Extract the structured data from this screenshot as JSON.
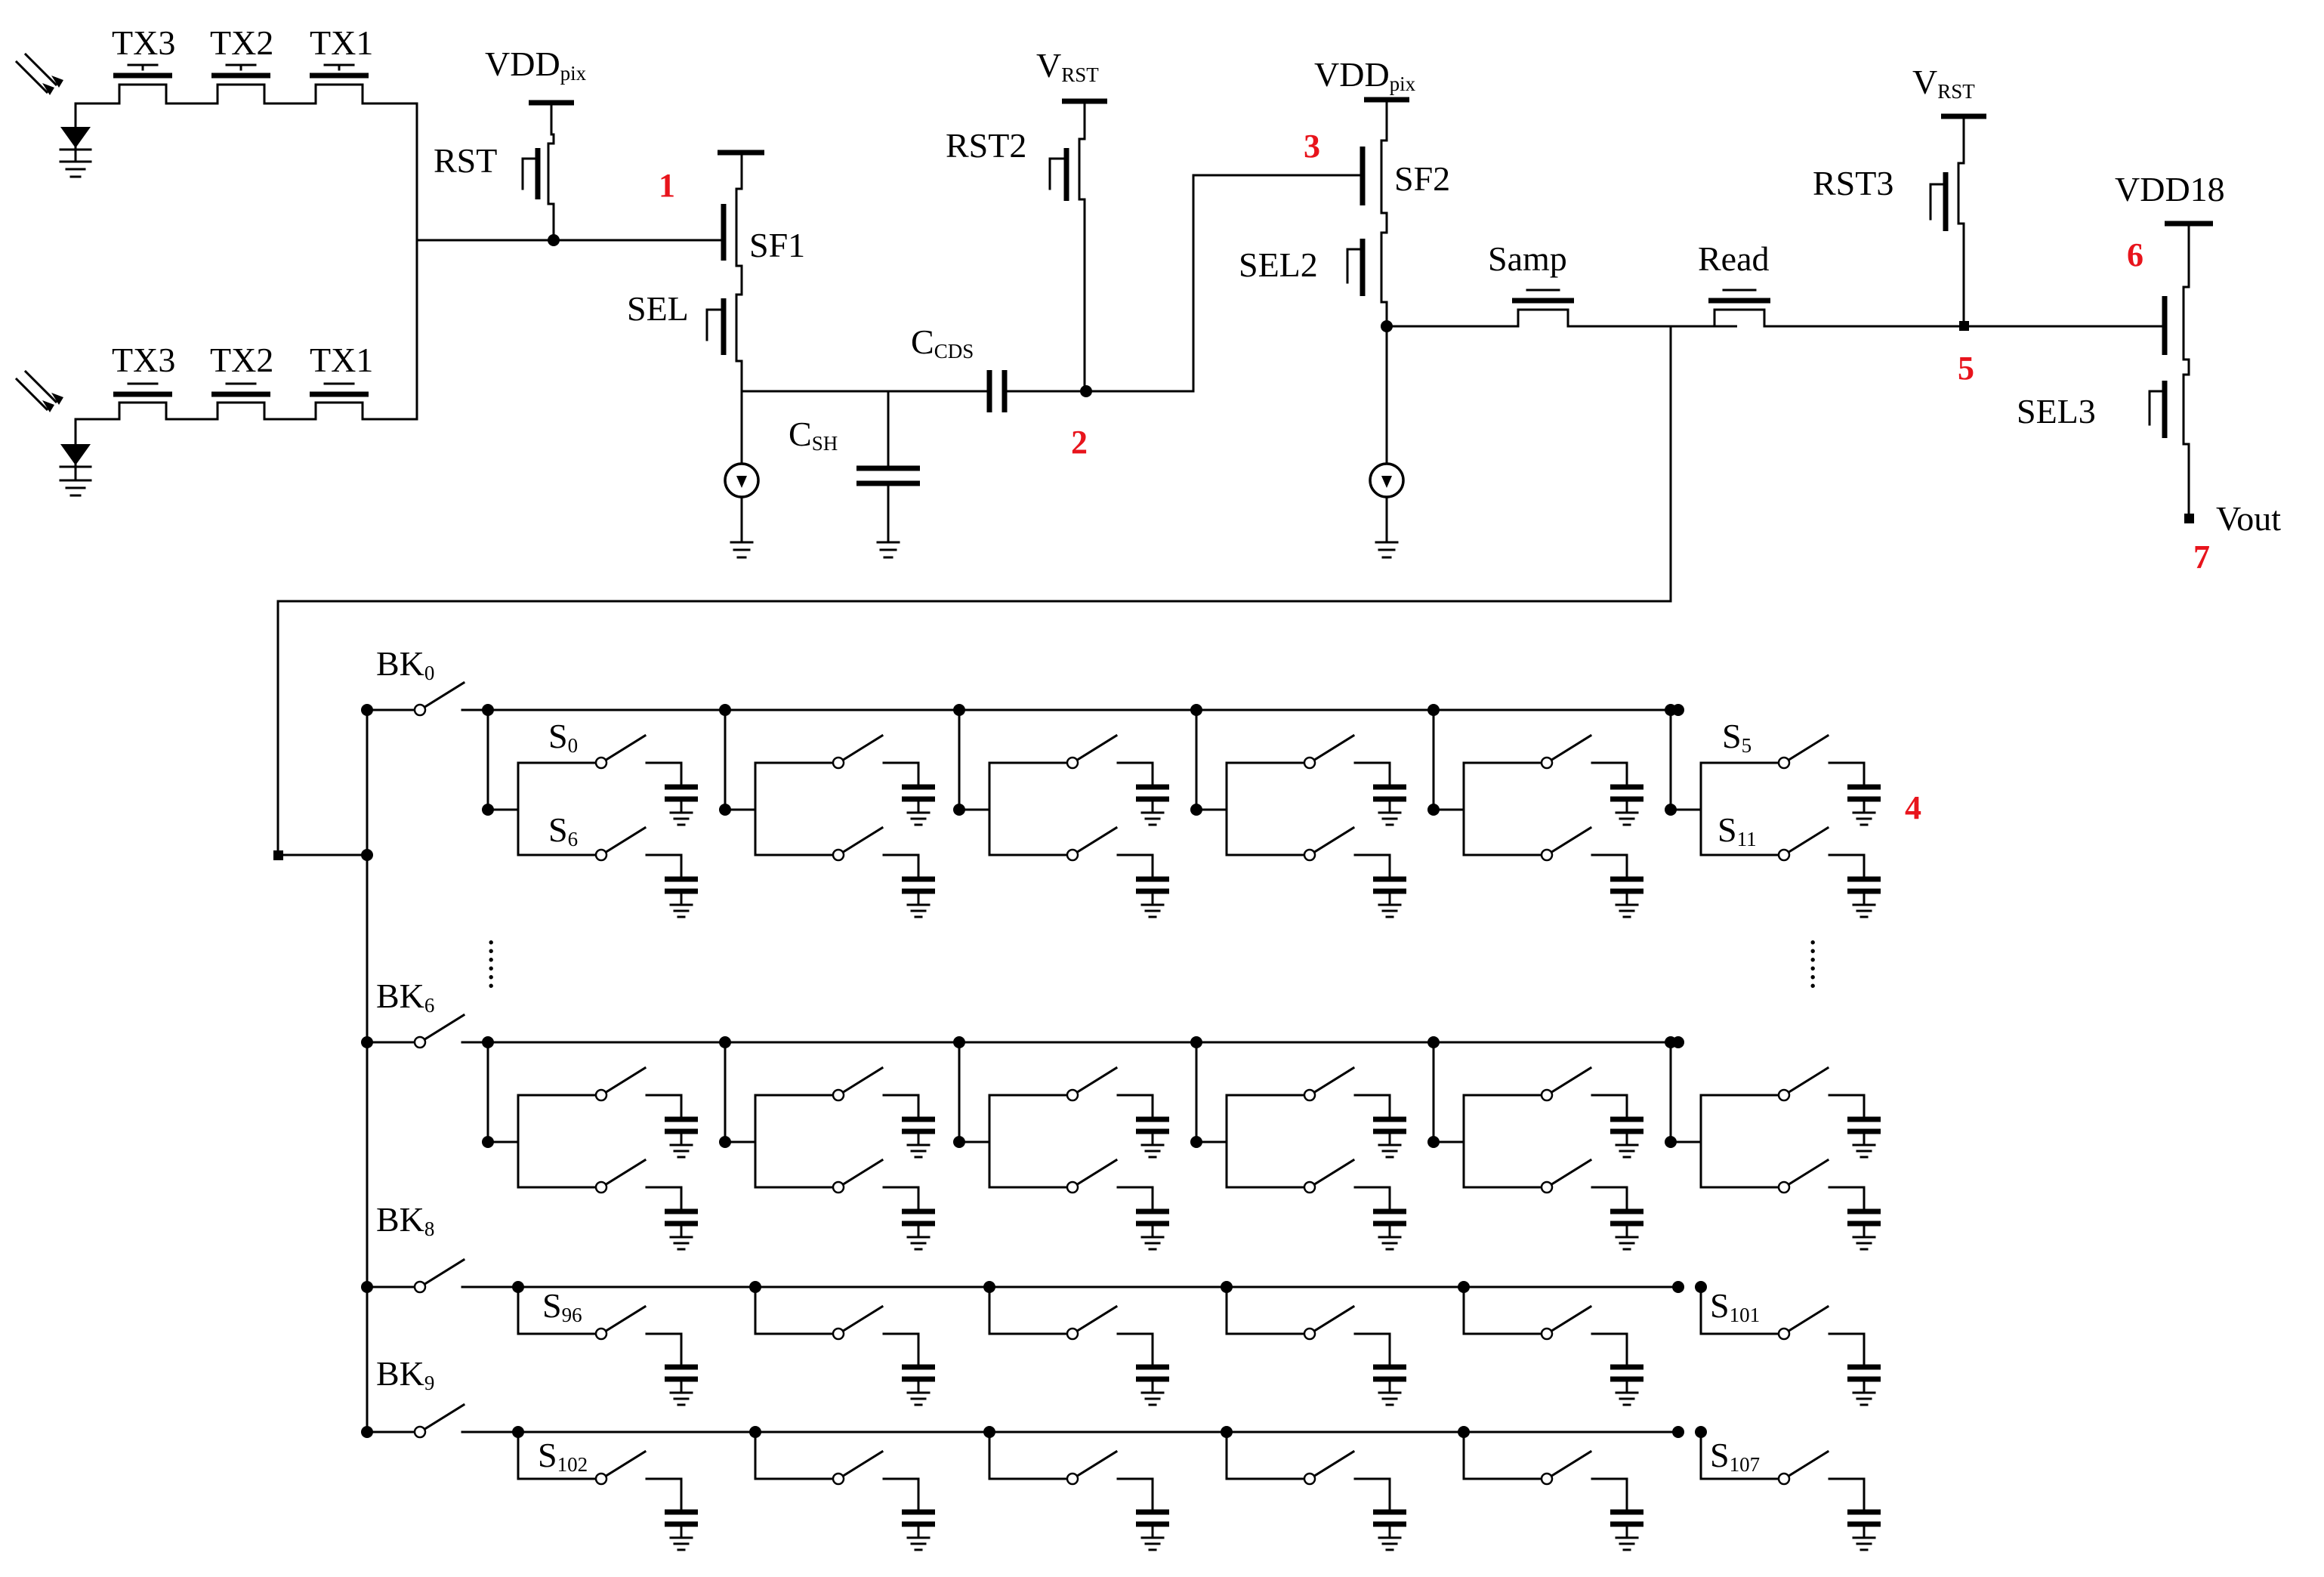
{
  "pixel": {
    "tx3_top": "TX3",
    "tx2_top": "TX2",
    "tx1_top": "TX1",
    "tx3_bot": "TX3",
    "tx2_bot": "TX2",
    "tx1_bot": "TX1",
    "rst": "RST",
    "vdd_pix_1_main": "VDD",
    "vdd_pix_1_sub": "pix",
    "sf1": "SF1",
    "sel": "SEL"
  },
  "cds": {
    "vrst_1_main": "V",
    "vrst_1_sub": "RST",
    "rst2": "RST2",
    "ccds_main": "C",
    "ccds_sub": "CDS",
    "csh_main": "C",
    "csh_sub": "SH",
    "vdd_pix_2_main": "VDD",
    "vdd_pix_2_sub": "pix",
    "sf2": "SF2",
    "sel2": "SEL2",
    "samp": "Samp",
    "read": "Read"
  },
  "output": {
    "vrst_2_main": "V",
    "vrst_2_sub": "RST",
    "rst3": "RST3",
    "vdd18": "VDD18",
    "sel3": "SEL3",
    "vout": "Vout"
  },
  "nodes": [
    "1",
    "2",
    "3",
    "4",
    "5",
    "6",
    "7"
  ],
  "bank": {
    "bk0_main": "BK",
    "bk0_sub": "0",
    "bk6_main": "BK",
    "bk6_sub": "6",
    "bk8_main": "BK",
    "bk8_sub": "8",
    "bk9_main": "BK",
    "bk9_sub": "9",
    "s0_main": "S",
    "s0_sub": "0",
    "s6_main": "S",
    "s6_sub": "6",
    "s5_main": "S",
    "s5_sub": "5",
    "s11_main": "S",
    "s11_sub": "11",
    "s96_main": "S",
    "s96_sub": "96",
    "s101_main": "S",
    "s101_sub": "101",
    "s102_main": "S",
    "s102_sub": "102",
    "s107_main": "S",
    "s107_sub": "107",
    "ellipsis": "......"
  }
}
